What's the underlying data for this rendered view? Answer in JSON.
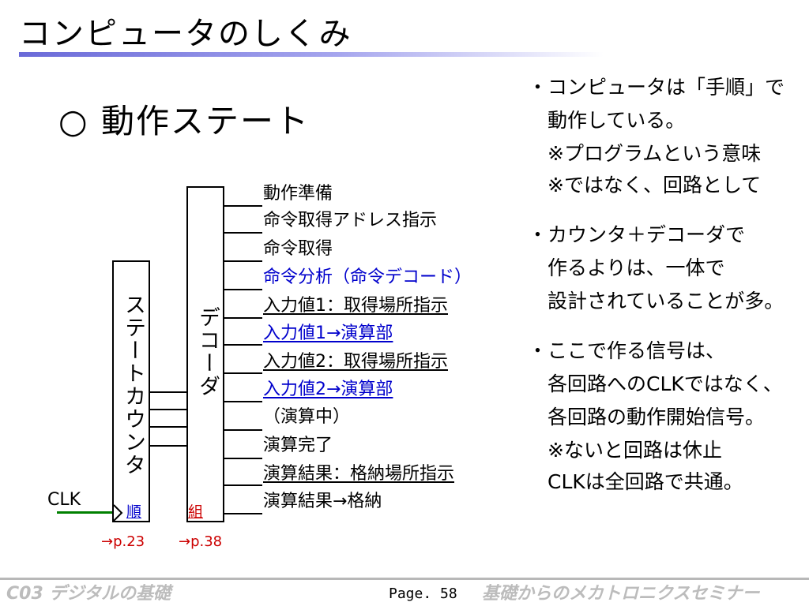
{
  "slide": {
    "title": "コンピュータのしくみ",
    "heading": "○ 動作ステート"
  },
  "right_text": {
    "lines": [
      "・コンピュータは「手順」で",
      "　動作している。",
      "　※プログラムという意味",
      "　※ではなく、回路として",
      "・カウンタ＋デコーダで",
      "　作るよりは、一体で",
      "　設計されていることが多。",
      "・ここで作る信号は、",
      "　各回路へのCLKではなく、",
      "　各回路の動作開始信号。",
      "　※ないと回路は休止",
      "　CLKは全回路で共通。"
    ]
  },
  "diagram": {
    "counter_label": "ステートカウンタ",
    "decoder_label": "デコーダ",
    "clk_label": "CLK",
    "counter_tag": "順",
    "decoder_tag": "組",
    "counter_ref": "→p.23",
    "decoder_ref": "→p.38",
    "outputs": [
      "動作準備",
      "命令取得アドレス指示",
      "命令取得",
      "命令分析（命令デコード）",
      "入力値1：取得場所指示",
      "入力値1→演算部",
      "入力値2：取得場所指示",
      "入力値2→演算部",
      "（演算中）",
      "演算完了",
      "演算結果：格納場所指示",
      "演算結果→格納"
    ],
    "colors": {
      "blue": "#0000cc",
      "red": "#cc0000",
      "clk_wire": "#008000"
    }
  },
  "footer": {
    "left": "C03 デジタルの基礎",
    "page": "Page. 58",
    "right": "基礎からのメカトロニクスセミナー"
  }
}
